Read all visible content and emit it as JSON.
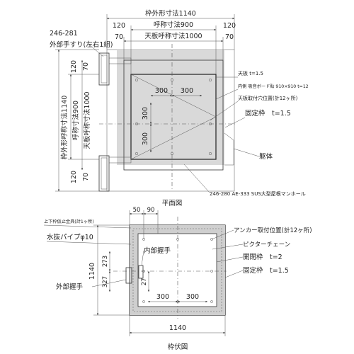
{
  "plan": {
    "top_dims": {
      "outer": "枠外形寸法1140",
      "nominal": "呼称寸法900",
      "top_plate": "天板呼称寸法1000",
      "n120_left": "120",
      "n120_right": "120",
      "n70_left": "70",
      "n70_right": "70"
    },
    "left_dims": {
      "outer": "枠外形呼称寸法1140",
      "nominal": "呼称寸法900",
      "top_plate": "天板呼称寸法1000",
      "n120_top": "120",
      "n70_top": "70",
      "n120_bottom": "120",
      "n70_bottom": "70"
    },
    "handrail": {
      "code": "246-281",
      "label": "外部手すり(左右1組)"
    },
    "inner_dims": {
      "h300_a": "300",
      "h300_b": "300",
      "v300_a": "300",
      "v300_b": "300"
    },
    "notes": {
      "top_plate": "天板 t=1.5",
      "board": "内側 吸音ボード貼 910×910 t=12",
      "holes": "天板取付穴位置(計12ヶ所)",
      "fixed_frame": "固定枠　t=1.5",
      "body": "躯体",
      "manhole": "246-280 AE-333 SUS大型屋根マンホール"
    },
    "caption": "平面図"
  },
  "bottom": {
    "top_dims": {
      "n50": "50",
      "n90": "90"
    },
    "left_notes": {
      "cover_fitting": "上下枠仮止金具(計1ヶ所)",
      "drain_pipe": "水抜パイプφ10",
      "ext_handle": "外部握手"
    },
    "left_dims": {
      "outer": "1140",
      "n273": "273",
      "n327": "327"
    },
    "inner_dims": {
      "n27": "27",
      "h300_a": "300",
      "h300_b": "300"
    },
    "inner_handle": "内部握手",
    "right_notes": {
      "anchor": "アンカー取付位置(計12ヶ所)",
      "chain": "ピクターチェーン",
      "open_frame": "開閉枠　t=2",
      "fixed_frame": "固定枠　t=1.5"
    },
    "bottom_dim": "1140",
    "caption": "枠伏図"
  }
}
